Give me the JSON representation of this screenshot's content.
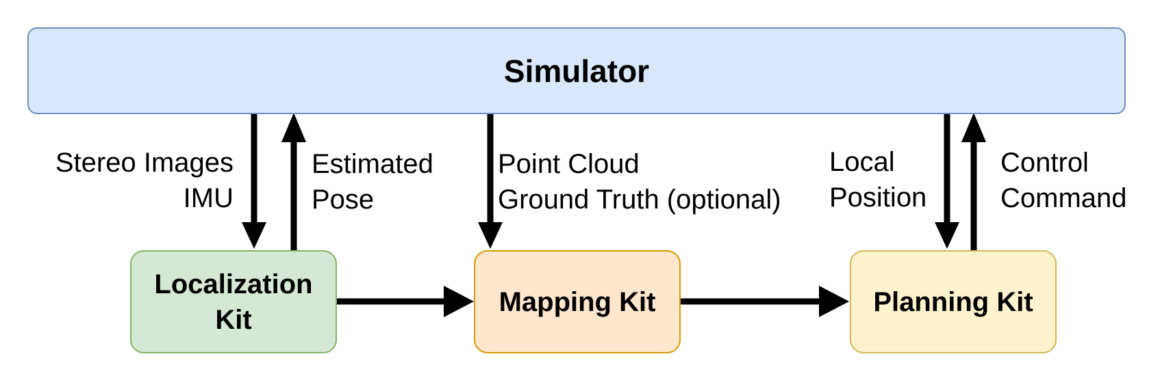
{
  "nodes": {
    "simulator": "Simulator",
    "localization_kit": [
      "Localization",
      "Kit"
    ],
    "mapping_kit": "Mapping Kit",
    "planning_kit": "Planning Kit"
  },
  "edge_labels": {
    "stereo_imu": [
      "Stereo Images",
      "IMU"
    ],
    "estimated_pose": [
      "Estimated",
      "Pose"
    ],
    "point_cloud": [
      "Point Cloud",
      "Ground Truth (optional)"
    ],
    "local_position": [
      "Local",
      "Position"
    ],
    "control_command": [
      "Control",
      "Command"
    ]
  },
  "colors": {
    "simulator_fill": "#dae8fc",
    "simulator_stroke": "#6c8ebf",
    "localization_fill": "#d5e8d4",
    "localization_stroke": "#82b366",
    "mapping_fill": "#ffe6cc",
    "mapping_stroke": "#d79b00",
    "planning_fill": "#fff2cc",
    "planning_stroke": "#d6b656",
    "arrow": "#000000"
  }
}
